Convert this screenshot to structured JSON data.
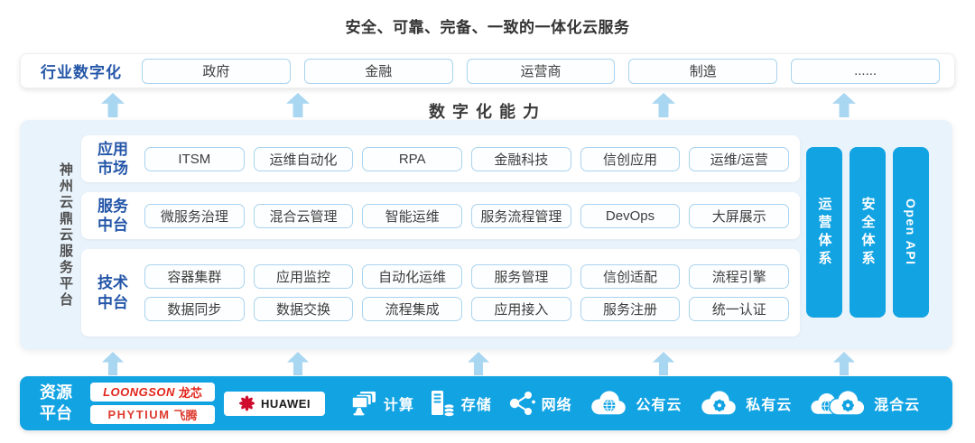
{
  "title": "安全、可靠、完备、一致的一体化云服务",
  "capability_label": "数字化能力",
  "industry": {
    "label": "行业数字化",
    "items": [
      "政府",
      "金融",
      "运营商",
      "制造",
      "......"
    ]
  },
  "platform": {
    "side_label": "神州云鼎云服务平台",
    "rows": [
      {
        "label": "应用市场",
        "chips": [
          "ITSM",
          "运维自动化",
          "RPA",
          "金融科技",
          "信创应用",
          "运维/运营"
        ]
      },
      {
        "label": "服务中台",
        "chips": [
          "微服务治理",
          "混合云管理",
          "智能运维",
          "服务流程管理",
          "DevOps",
          "大屏展示"
        ]
      },
      {
        "label": "技术中台",
        "chips_top": [
          "容器集群",
          "应用监控",
          "自动化运维",
          "服务管理",
          "信创适配",
          "流程引擎"
        ],
        "chips_bottom": [
          "数据同步",
          "数据交换",
          "流程集成",
          "应用接入",
          "服务注册",
          "统一认证"
        ]
      }
    ],
    "pillars": [
      {
        "label": "运营体系"
      },
      {
        "label": "安全体系"
      },
      {
        "label": "Open API"
      }
    ]
  },
  "resources": {
    "label": "资源平台",
    "vendors": {
      "loongson": {
        "brand": "LOONGSON",
        "cn": "龙芯"
      },
      "phytium": {
        "brand": "PHYTIUM",
        "cn": "飞腾"
      },
      "huawei": {
        "brand": "HUAWEI",
        "icon": "huawei-flower-icon"
      }
    },
    "items": [
      {
        "icon": "compute-icon",
        "label": "计算"
      },
      {
        "icon": "storage-icon",
        "label": "存储"
      },
      {
        "icon": "network-icon",
        "label": "网络"
      },
      {
        "icon": "public-cloud-icon",
        "label": "公有云"
      },
      {
        "icon": "private-cloud-icon",
        "label": "私有云"
      },
      {
        "icon": "hybrid-cloud-icon",
        "label": "混合云"
      }
    ]
  },
  "colors": {
    "accent_blue": "#12A3E3",
    "label_blue": "#2456A8",
    "arrow_blue": "#A9D6F1",
    "panel_bg": "#E9F3FB",
    "chip_border": "#A9D3EE",
    "loongson_red": "#E1251B",
    "huawei_red": "#CF0A2C",
    "text_dark": "#3D3D3D"
  }
}
